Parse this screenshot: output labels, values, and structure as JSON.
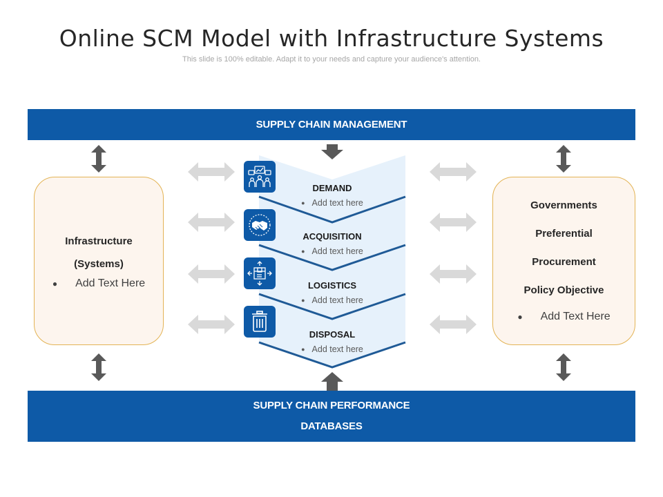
{
  "header": {
    "title": "Online SCM Model with Infrastructure Systems",
    "subtitle": "This slide is 100% editable. Adapt it to your needs and capture your audience's attention."
  },
  "top_band": {
    "label": "SUPPLY CHAIN MANAGEMENT"
  },
  "bottom_band": {
    "line1": "SUPPLY CHAIN PERFORMANCE",
    "line2": "DATABASES"
  },
  "left_box": {
    "lines": [
      "Infrastructure",
      "(Systems)"
    ],
    "bullet": "Add Text Here"
  },
  "right_box": {
    "lines": [
      "Governments",
      "Preferential",
      "Procurement",
      "Policy Objective"
    ],
    "bullet": "Add Text Here"
  },
  "stages": [
    {
      "name": "DEMAND",
      "text": "Add text here",
      "icon": "team-growth-icon"
    },
    {
      "name": "ACQUISITION",
      "text": "Add text here",
      "icon": "handshake-icon"
    },
    {
      "name": "LOGISTICS",
      "text": "Add text here",
      "icon": "package-distribution-icon"
    },
    {
      "name": "DISPOSAL",
      "text": "Add text here",
      "icon": "trash-bin-icon"
    }
  ],
  "colors": {
    "primary_blue": "#0e5aa7",
    "panel_light_blue": "#e6f1fb",
    "chevron_line": "#1f5a96",
    "side_box_fill": "#fdf5ee",
    "side_box_border": "#e3b354",
    "dark_arrow": "#595959",
    "light_arrow": "#d9d9d9"
  }
}
